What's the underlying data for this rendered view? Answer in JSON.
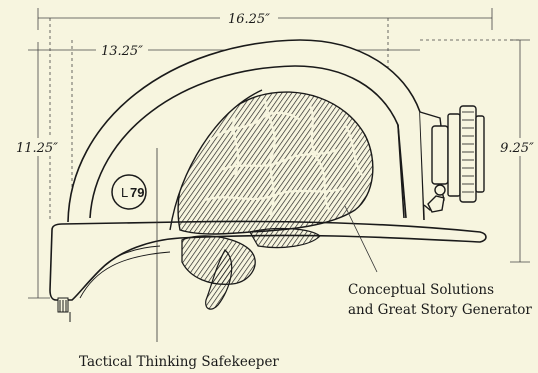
{
  "dimensions": {
    "overall_length": "16.25″",
    "inner_length": "13.25″",
    "overall_height": "11.25″",
    "bracket_height": "9.25″"
  },
  "badge": {
    "prefix": "L",
    "number": "79"
  },
  "callouts": {
    "brain_label_line1": "Conceptual Solutions",
    "brain_label_line2": "and Great Story Generator",
    "helmet_label": "Tactical Thinking Safekeeper"
  },
  "colors": {
    "background": "#f7f5df",
    "ink": "#1a1a1a",
    "dim_lines": "#555555"
  }
}
